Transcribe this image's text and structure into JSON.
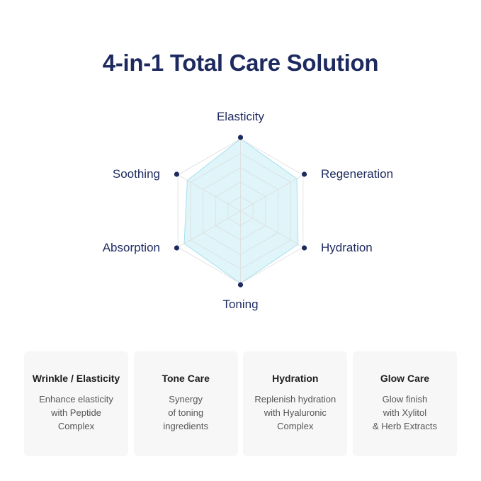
{
  "title": "4-in-1 Total Care Solution",
  "chart_data": {
    "type": "radar",
    "axes": [
      "Elasticity",
      "Regeneration",
      "Hydration",
      "Toning",
      "Absorption",
      "Soothing"
    ],
    "values": [
      1.0,
      0.9,
      0.92,
      1.0,
      0.9,
      0.85
    ],
    "range": [
      0,
      1
    ],
    "rings": 5,
    "fill_color": "#dff5f9",
    "stroke_color": "#a9dfee",
    "dot_color": "#1d2a5f",
    "grid_color": "#dddddd"
  },
  "cards": [
    {
      "title": "Wrinkle / Elasticity",
      "desc": [
        "Enhance elasticity",
        "with Peptide",
        "Complex"
      ]
    },
    {
      "title": "Tone Care",
      "desc": [
        "Synergy",
        "of toning",
        "ingredients"
      ]
    },
    {
      "title": "Hydration",
      "desc": [
        "Replenish hydration",
        "with Hyaluronic",
        "Complex"
      ]
    },
    {
      "title": "Glow Care",
      "desc": [
        "Glow finish",
        "with Xylitol",
        "& Herb Extracts"
      ]
    }
  ]
}
